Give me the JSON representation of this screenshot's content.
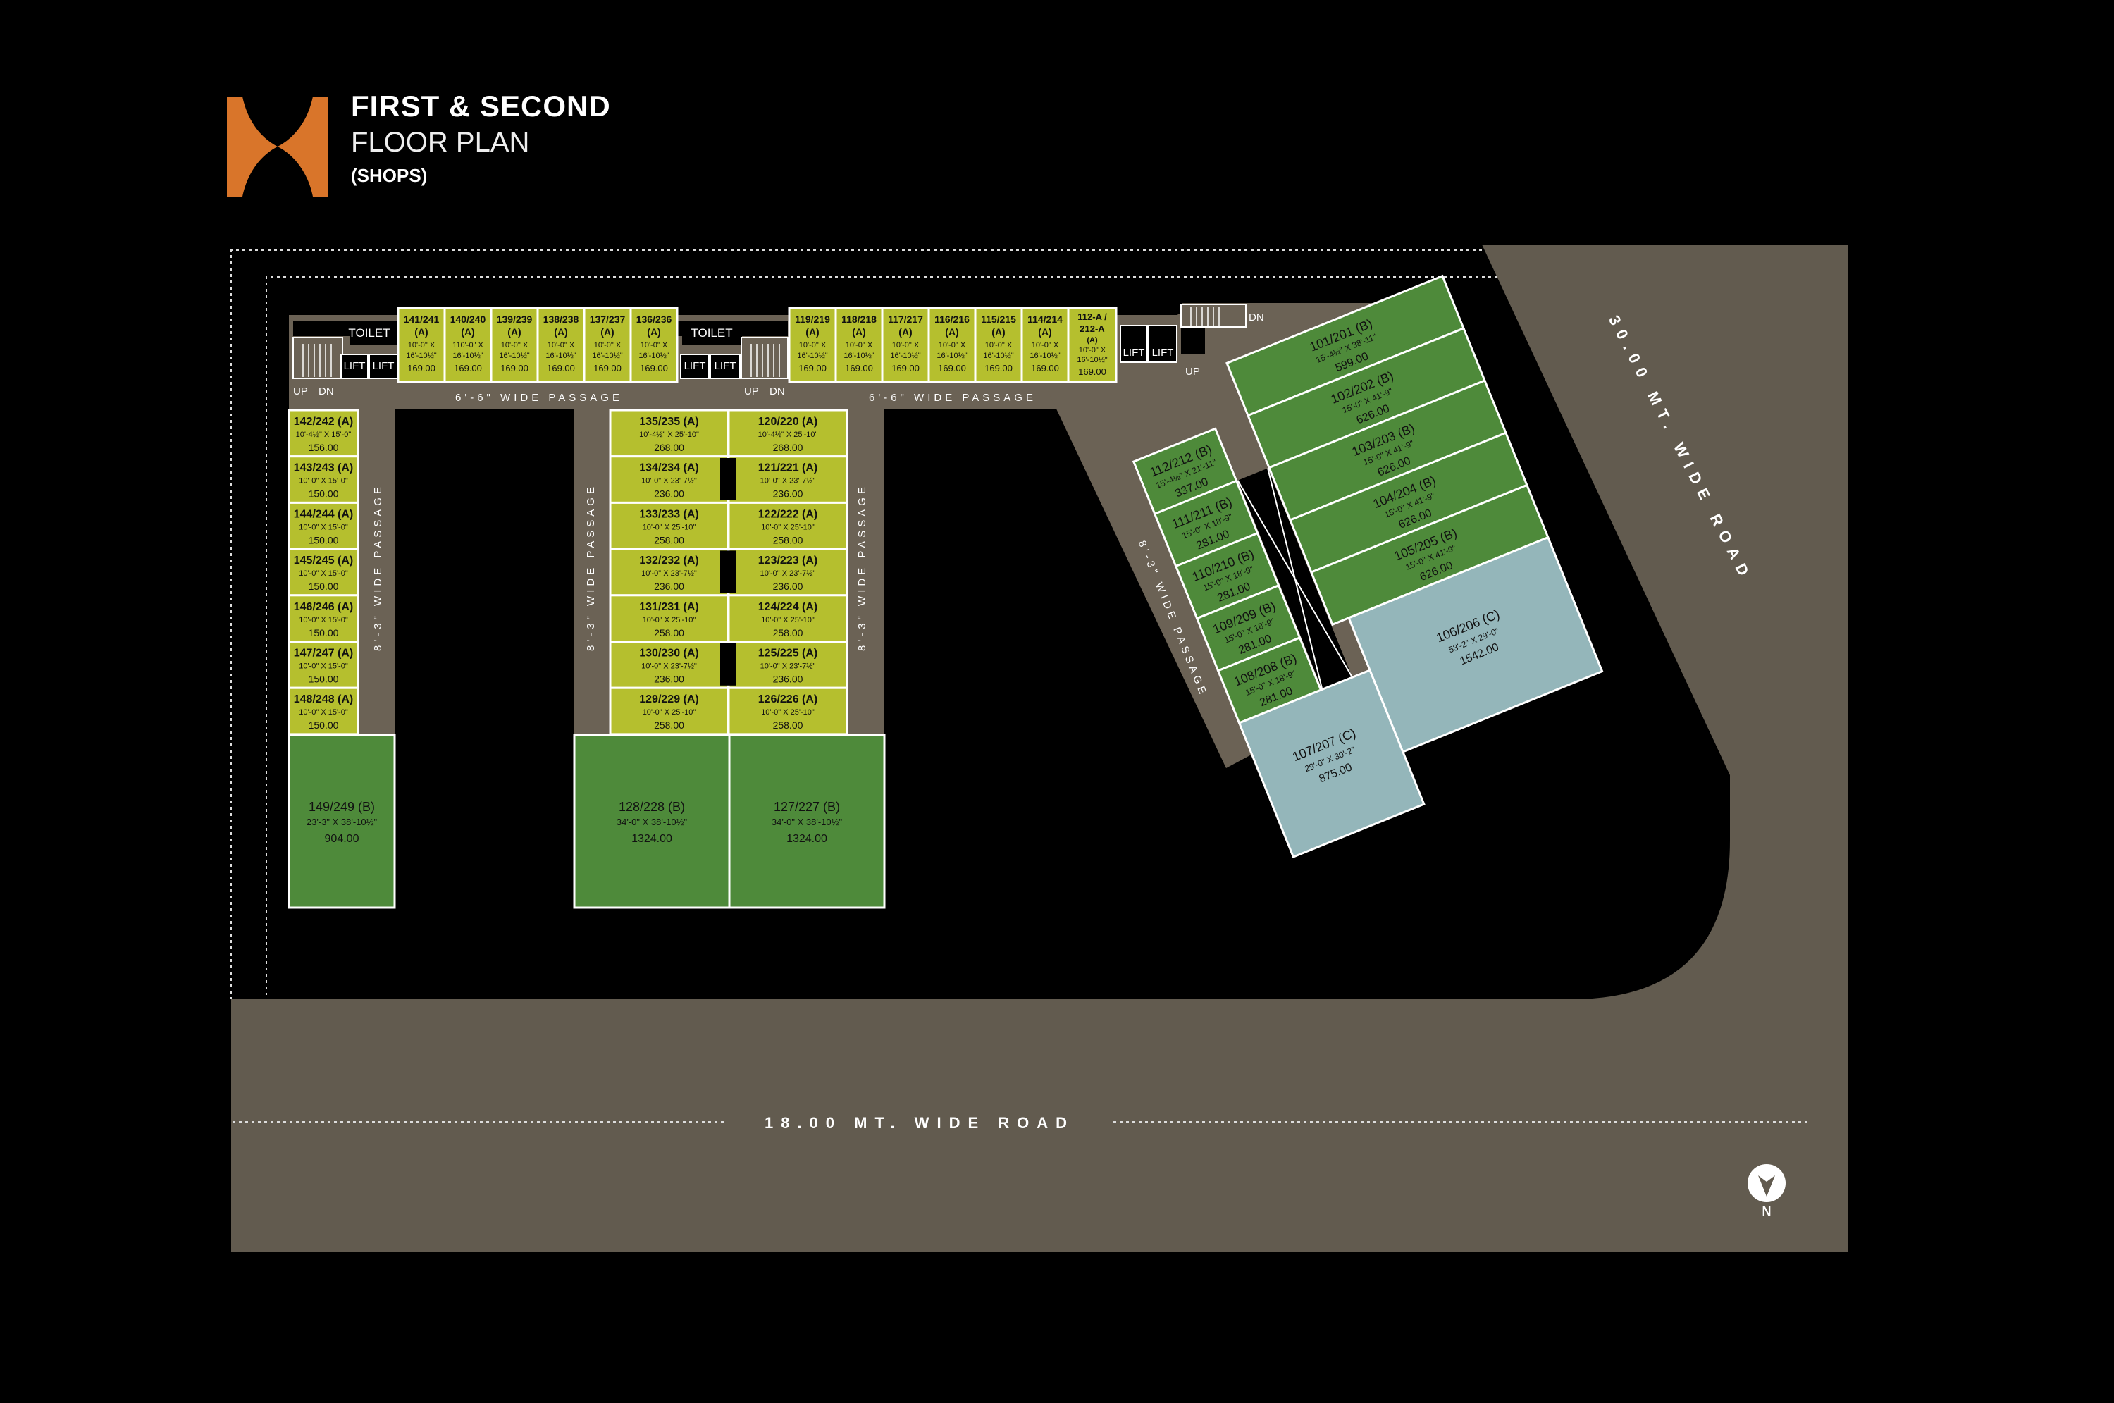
{
  "title": {
    "line1": "FIRST & SECOND",
    "line2": "FLOOR PLAN",
    "line3": "(SHOPS)"
  },
  "colors": {
    "background": "#000000",
    "road": "#625b4f",
    "plan_grey": "#6b6255",
    "shop_a": "#b5bf2e",
    "shop_b": "#4e8a3a",
    "shop_c": "#94b6ba",
    "accent": "#d9752a"
  },
  "roads": {
    "bottom": "18.00 MT. WIDE ROAD",
    "right": "30.00 MT. WIDE ROAD"
  },
  "passages": {
    "top": "6'-6\" WIDE PASSAGE",
    "side": "8'-3\" WIDE PASSAGE"
  },
  "labels": {
    "toilet": "TOILET",
    "lift": "LIFT",
    "up": "UP",
    "dn": "DN",
    "north": "N"
  },
  "units": {
    "top_a": [
      {
        "num": "141/241",
        "type": "(A)",
        "dim1": "10'-0\" X",
        "dim2": "16'-10½\"",
        "area": "169.00"
      },
      {
        "num": "140/240",
        "type": "(A)",
        "dim1": "110'-0\" X",
        "dim2": "16'-10½\"",
        "area": "169.00"
      },
      {
        "num": "139/239",
        "type": "(A)",
        "dim1": "10'-0\" X",
        "dim2": "16'-10½\"",
        "area": "169.00"
      },
      {
        "num": "138/238",
        "type": "(A)",
        "dim1": "10'-0\" X",
        "dim2": "16'-10½\"",
        "area": "169.00"
      },
      {
        "num": "137/237",
        "type": "(A)",
        "dim1": "10'-0\" X",
        "dim2": "16'-10½\"",
        "area": "169.00"
      },
      {
        "num": "136/236",
        "type": "(A)",
        "dim1": "10'-0\" X",
        "dim2": "16'-10½\"",
        "area": "169.00"
      }
    ],
    "top_b": [
      {
        "num": "119/219",
        "type": "(A)",
        "dim1": "10'-0\" X",
        "dim2": "16'-10½\"",
        "area": "169.00"
      },
      {
        "num": "118/218",
        "type": "(A)",
        "dim1": "10'-0\" X",
        "dim2": "16'-10½\"",
        "area": "169.00"
      },
      {
        "num": "117/217",
        "type": "(A)",
        "dim1": "10'-0\" X",
        "dim2": "16'-10½\"",
        "area": "169.00"
      },
      {
        "num": "116/216",
        "type": "(A)",
        "dim1": "10'-0\" X",
        "dim2": "16'-10½\"",
        "area": "169.00"
      },
      {
        "num": "115/215",
        "type": "(A)",
        "dim1": "10'-0\" X",
        "dim2": "16'-10½\"",
        "area": "169.00"
      },
      {
        "num": "114/214",
        "type": "(A)",
        "dim1": "10'-0\" X",
        "dim2": "16'-10½\"",
        "area": "169.00"
      }
    ],
    "top_special": {
      "num1": "112-A /",
      "num2": "212-A",
      "type": "(A)",
      "dim1": "10'-0\" X",
      "dim2": "16'-10½\"",
      "area": "169.00"
    },
    "left_col": [
      {
        "num": "142/242 (A)",
        "dim": "10'-4½\" X 15'-0\"",
        "area": "156.00"
      },
      {
        "num": "143/243 (A)",
        "dim": "10'-0\" X 15'-0\"",
        "area": "150.00"
      },
      {
        "num": "144/244 (A)",
        "dim": "10'-0\" X 15'-0\"",
        "area": "150.00"
      },
      {
        "num": "145/245 (A)",
        "dim": "10'-0\" X 15'-0\"",
        "area": "150.00"
      },
      {
        "num": "146/246 (A)",
        "dim": "10'-0\" X 15'-0\"",
        "area": "150.00"
      },
      {
        "num": "147/247 (A)",
        "dim": "10'-0\" X 15'-0\"",
        "area": "150.00"
      },
      {
        "num": "148/248 (A)",
        "dim": "10'-0\" X 15'-0\"",
        "area": "150.00"
      }
    ],
    "mid_left": [
      {
        "num": "135/235 (A)",
        "dim": "10'-4½\" X 25'-10\"",
        "area": "268.00"
      },
      {
        "num": "134/234 (A)",
        "dim": "10'-0\" X 23'-7½\"",
        "area": "236.00"
      },
      {
        "num": "133/233 (A)",
        "dim": "10'-0\" X 25'-10\"",
        "area": "258.00"
      },
      {
        "num": "132/232 (A)",
        "dim": "10'-0\" X 23'-7½\"",
        "area": "236.00"
      },
      {
        "num": "131/231 (A)",
        "dim": "10'-0\" X 25'-10\"",
        "area": "258.00"
      },
      {
        "num": "130/230 (A)",
        "dim": "10'-0\" X 23'-7½\"",
        "area": "236.00"
      },
      {
        "num": "129/229 (A)",
        "dim": "10'-0\" X 25'-10\"",
        "area": "258.00"
      }
    ],
    "mid_right": [
      {
        "num": "120/220 (A)",
        "dim": "10'-4½\" X 25'-10\"",
        "area": "268.00"
      },
      {
        "num": "121/221 (A)",
        "dim": "10'-0\" X 23'-7½\"",
        "area": "236.00"
      },
      {
        "num": "122/222 (A)",
        "dim": "10'-0\" X 25'-10\"",
        "area": "258.00"
      },
      {
        "num": "123/223 (A)",
        "dim": "10'-0\" X 23'-7½\"",
        "area": "236.00"
      },
      {
        "num": "124/224 (A)",
        "dim": "10'-0\" X 25'-10\"",
        "area": "258.00"
      },
      {
        "num": "125/225 (A)",
        "dim": "10'-0\" X 23'-7½\"",
        "area": "236.00"
      },
      {
        "num": "126/226 (A)",
        "dim": "10'-0\" X 25'-10\"",
        "area": "258.00"
      }
    ],
    "big_b": [
      {
        "num": "149/249 (B)",
        "dim": "23'-3\" X 38'-10½\"",
        "area": "904.00"
      },
      {
        "num": "128/228 (B)",
        "dim": "34'-0\" X 38'-10½\"",
        "area": "1324.00"
      },
      {
        "num": "127/227 (B)",
        "dim": "34'-0\" X 38'-10½\"",
        "area": "1324.00"
      }
    ],
    "rot_left": [
      {
        "num": "112/212 (B)",
        "dim": "15'-4½\" X 21'-11\"",
        "area": "337.00"
      },
      {
        "num": "111/211 (B)",
        "dim": "15'-0\" X 18'-9\"",
        "area": "281.00"
      },
      {
        "num": "110/210 (B)",
        "dim": "15'-0\" X 18'-9\"",
        "area": "281.00"
      },
      {
        "num": "109/209 (B)",
        "dim": "15'-0\" X 18'-9\"",
        "area": "281.00"
      },
      {
        "num": "108/208 (B)",
        "dim": "15'-0\" X 18'-9\"",
        "area": "281.00"
      }
    ],
    "rot_right": [
      {
        "num": "101/201 (B)",
        "dim": "15'-4½\" X 38'-11\"",
        "area": "599.00"
      },
      {
        "num": "102/202 (B)",
        "dim": "15'-0\" X 41'-9\"",
        "area": "626.00"
      },
      {
        "num": "103/203 (B)",
        "dim": "15'-0\" X 41'-9\"",
        "area": "626.00"
      },
      {
        "num": "104/204 (B)",
        "dim": "15'-0\" X 41'-9\"",
        "area": "626.00"
      },
      {
        "num": "105/205 (B)",
        "dim": "15'-0\" X 41'-9\"",
        "area": "626.00"
      }
    ],
    "rot_c": [
      {
        "num": "107/207 (C)",
        "dim": "29'-0\" X 30'-2\"",
        "area": "875.00"
      },
      {
        "num": "106/206 (C)",
        "dim": "53'-2\" X 29'-0\"",
        "area": "1542.00"
      }
    ]
  }
}
